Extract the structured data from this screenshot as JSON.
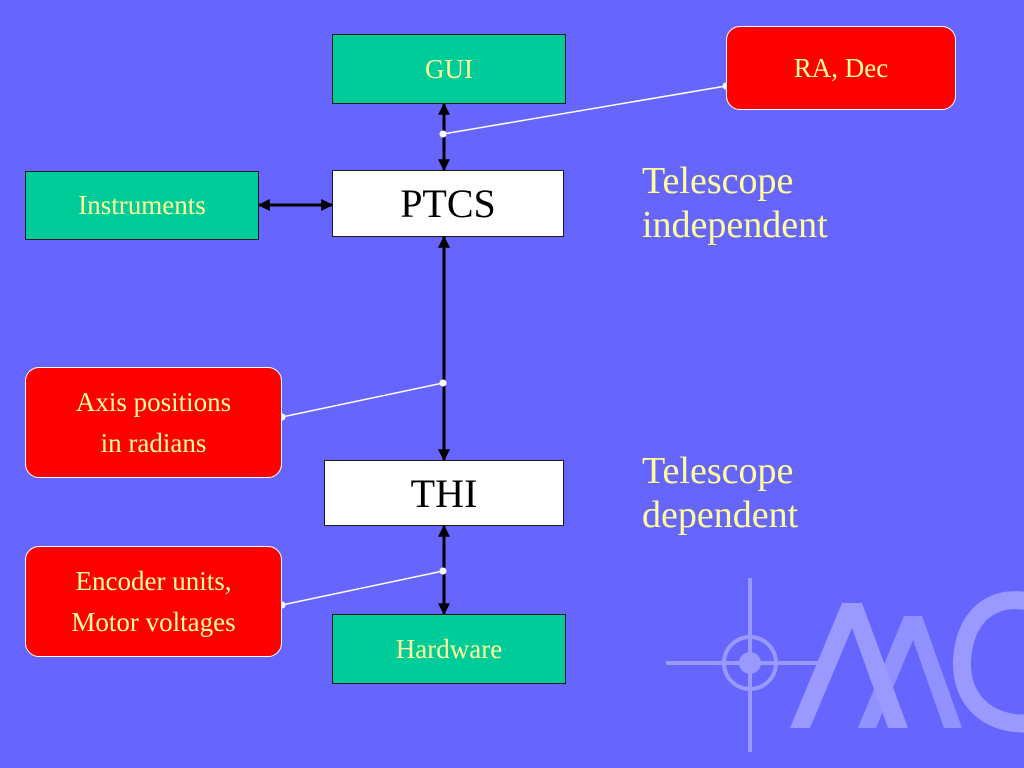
{
  "boxes": {
    "gui": "GUI",
    "ptcs": "PTCS",
    "instruments": "Instruments",
    "thi": "THI",
    "hardware": "Hardware"
  },
  "callouts": {
    "ra_dec": "RA, Dec",
    "axis_positions": [
      "Axis positions",
      "in radians"
    ],
    "encoder_units": [
      "Encoder units,",
      "Motor voltages"
    ]
  },
  "notes": {
    "telescope_independent": [
      "Telescope",
      "independent"
    ],
    "telescope_dependent": [
      "Telescope",
      "dependent"
    ]
  },
  "colors": {
    "background": "#6666ff",
    "component_box": "#00cc99",
    "core_box": "#ffffff",
    "callout_box": "#ff0000",
    "text_highlight": "#ffff99",
    "logo": "#9999ff"
  },
  "logo": {
    "icon": "aao-logo-icon"
  }
}
